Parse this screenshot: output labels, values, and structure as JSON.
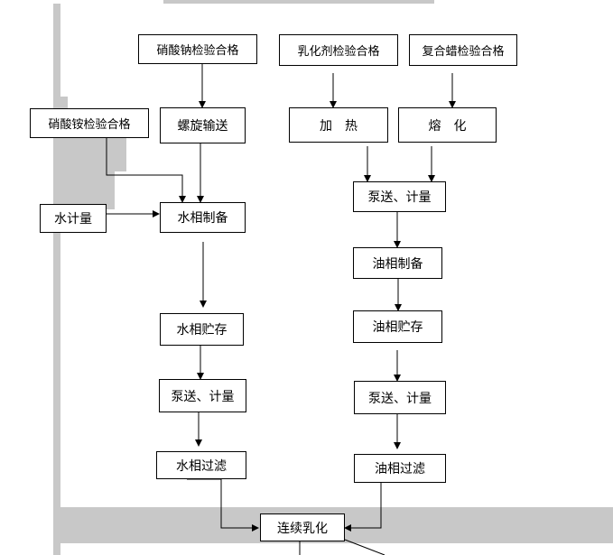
{
  "colors": {
    "background_band": "#c8c8c8",
    "line": "#000000",
    "box_fill": "#ffffff"
  },
  "nodes": {
    "sodium_nitrate_check": "硝酸钠检验合格",
    "emulsifier_check": "乳化剂检验合格",
    "compound_wax_check": "复合蜡检验合格",
    "ammonium_nitrate_check": "硝酸铵检验合格",
    "screw_conveying": "螺旋输送",
    "heating": "加　热",
    "melting": "熔　化",
    "water_metering": "水计量",
    "water_phase_prep": "水相制备",
    "pump_meter_oil": "泵送、计量",
    "oil_phase_prep": "油相制备",
    "water_phase_storage": "水相贮存",
    "oil_phase_storage": "油相贮存",
    "pump_meter_water": "泵送、计量",
    "pump_meter_oil_2": "泵送、计量",
    "water_phase_filter": "水相过滤",
    "oil_phase_filter": "油相过滤",
    "continuous_emulsification": "连续乳化"
  }
}
